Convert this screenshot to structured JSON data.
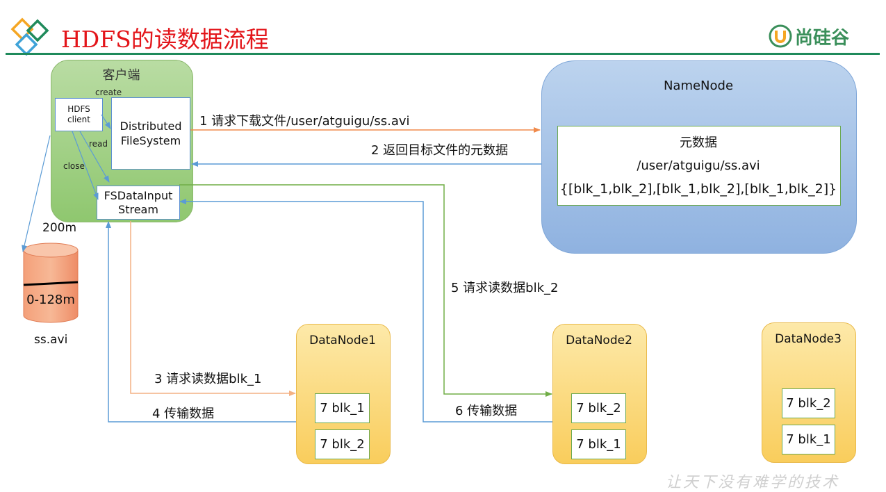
{
  "title": "HDFS的读数据流程",
  "brand": {
    "name": "尚硅谷",
    "logo_icon": "u-logo-icon",
    "color": "#3a8f5a"
  },
  "client": {
    "title": "客户端",
    "hdfs_client": "HDFS client",
    "distributed_fs": "Distributed FileSystem",
    "fs_input": "FSDataInputStream",
    "label_create": "create",
    "label_read": "read",
    "label_close": "close"
  },
  "file": {
    "size_label": "200m",
    "range_label": "0-128m",
    "name": "ss.avi"
  },
  "namenode": {
    "title": "NameNode",
    "meta_title": "元数据",
    "meta_path": "/user/atguigu/ss.avi",
    "meta_blocks": "{[blk_1,blk_2],[blk_1,blk_2],[blk_1,blk_2]}"
  },
  "steps": {
    "s1": "1 请求下载文件/user/atguigu/ss.avi",
    "s2": "2 返回目标文件的元数据",
    "s3": "3 请求读数据blk_1",
    "s4": "4 传输数据",
    "s5": "5 请求读数据blk_2",
    "s6": "6 传输数据"
  },
  "datanodes": [
    {
      "name": "DataNode1",
      "blocks": [
        "7 blk_1",
        "7 blk_2"
      ]
    },
    {
      "name": "DataNode2",
      "blocks": [
        "7 blk_2",
        "7 blk_1"
      ]
    },
    {
      "name": "DataNode3",
      "blocks": [
        "7 blk_2",
        "7 blk_1"
      ]
    }
  ],
  "footer": "让天下没有难学的技术",
  "colors": {
    "title": "#e3151a",
    "orange_arrow": "#f08a4b",
    "blue_arrow": "#5b9bd5",
    "green_arrow": "#70ad47"
  }
}
